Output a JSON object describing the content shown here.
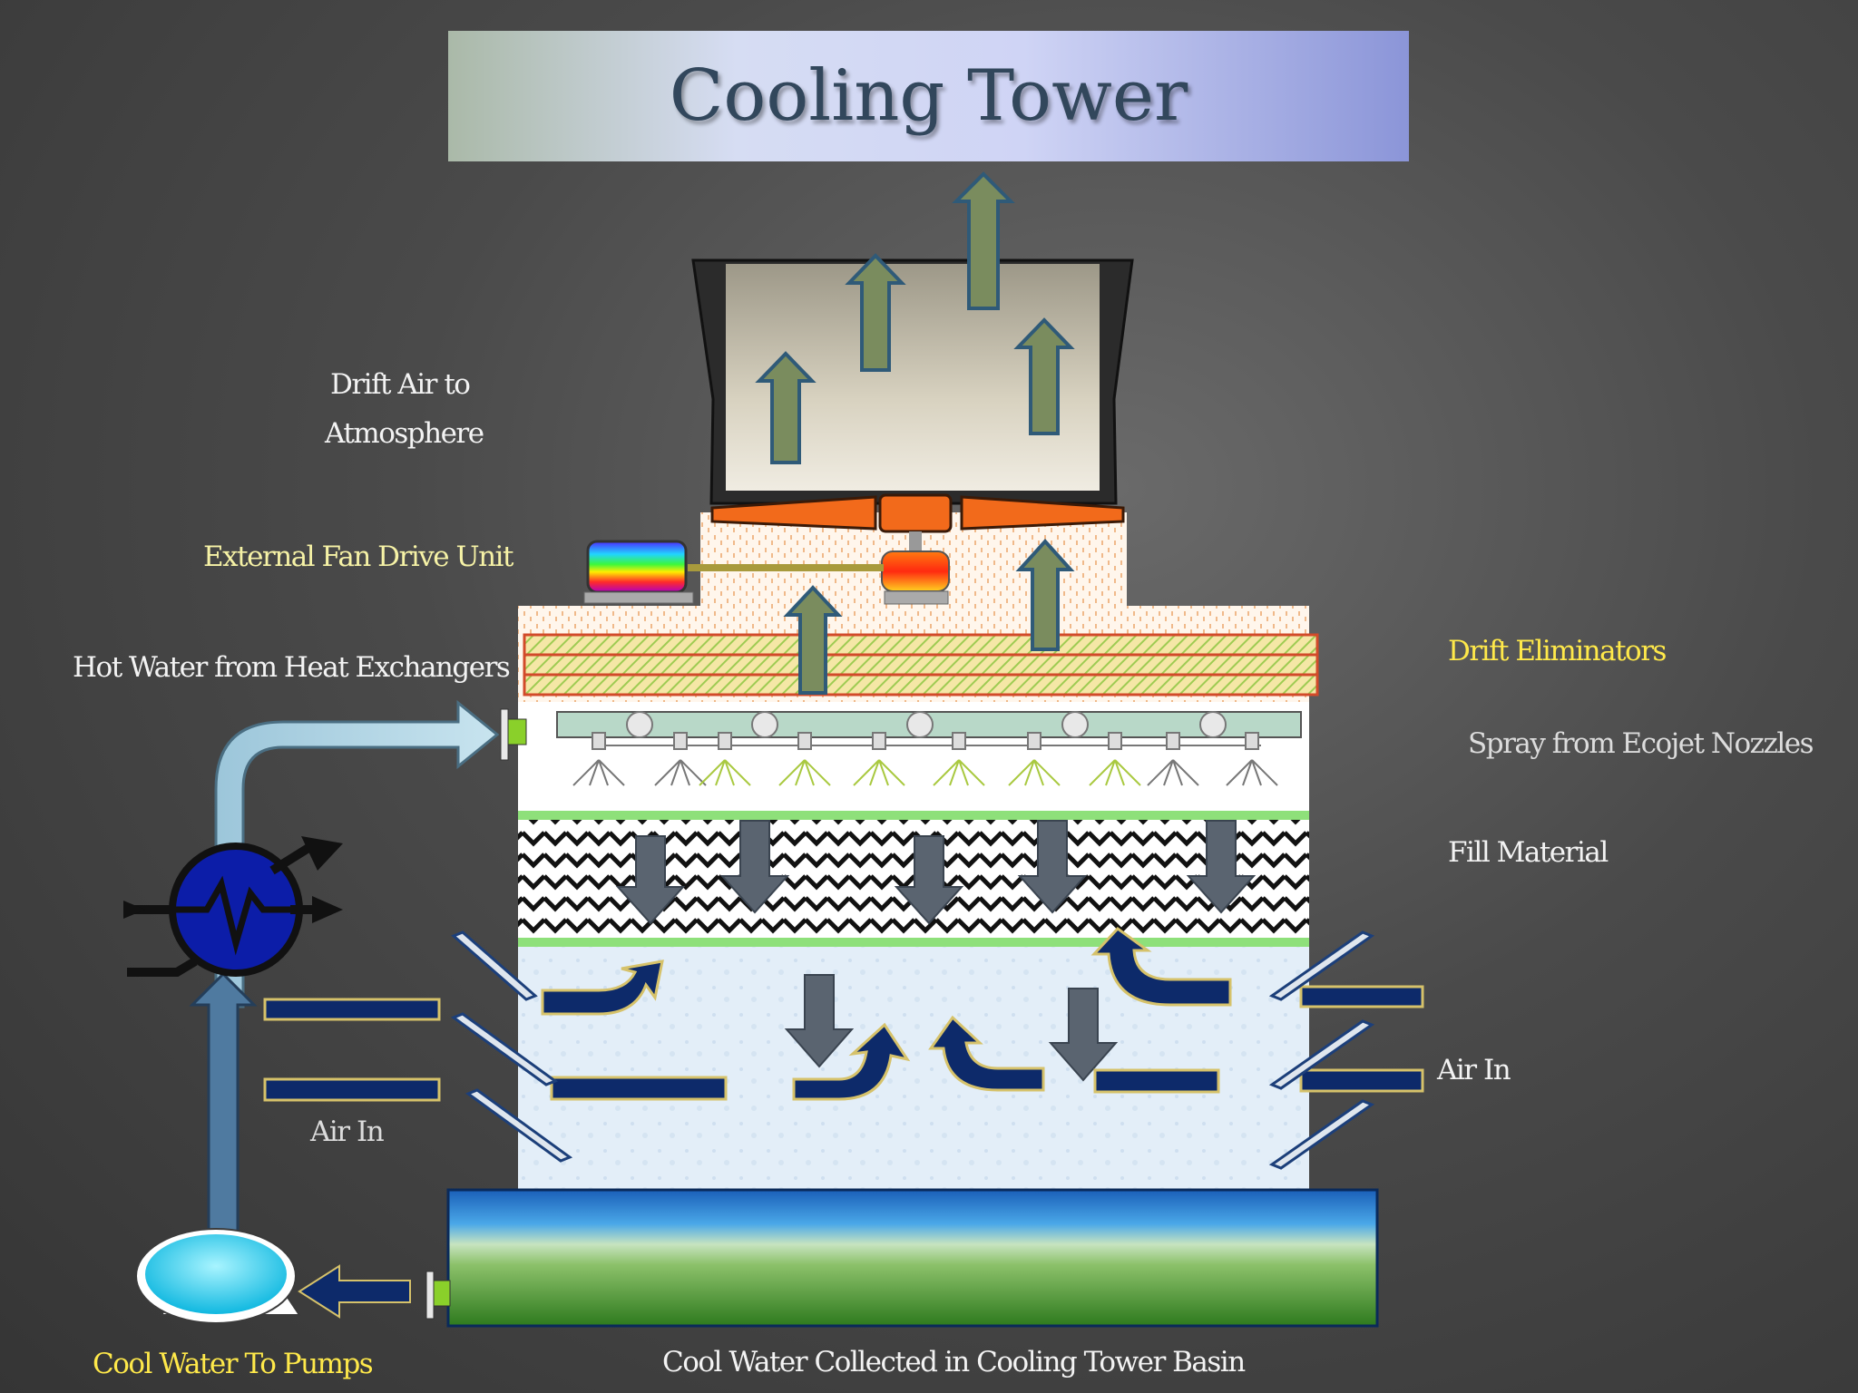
{
  "title": "Cooling Tower",
  "labels": {
    "drift_air_line1": "Drift Air to",
    "drift_air_line2": "Atmosphere",
    "fan_drive": "External Fan Drive Unit",
    "hot_water": "Hot Water from Heat Exchangers",
    "drift_eliminators": "Drift Eliminators",
    "spray": "Spray from Ecojet Nozzles",
    "fill": "Fill Material",
    "air_in_right": "Air In",
    "air_in_left": "Air In",
    "cool_water_pumps": "Cool Water  To Pumps",
    "basin": "Cool Water Collected in Cooling Tower Basin"
  },
  "colors": {
    "background": "#4a4a4a",
    "title_text": "#32475c",
    "label_yellow": "#ffe94a",
    "arrow_air": "#7a8c5e",
    "arrow_water": "#5a6470",
    "arrow_navy": "#0d2a6a",
    "fan_orange": "#f26a1b",
    "basin_blue": "#2a8ad8",
    "basin_green": "#3e8a28"
  }
}
